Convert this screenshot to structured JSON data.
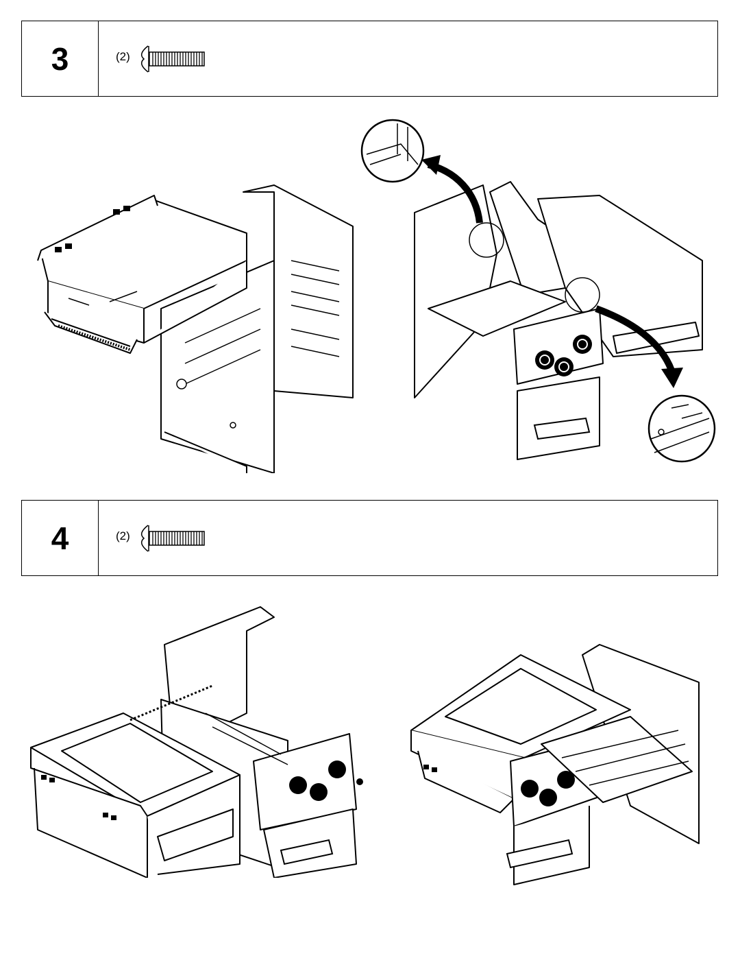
{
  "steps": [
    {
      "number": "3",
      "parts": [
        {
          "quantity": "(2)",
          "icon": "bolt-icon"
        }
      ]
    },
    {
      "number": "4",
      "parts": [
        {
          "quantity": "(2)",
          "icon": "bolt-icon"
        }
      ]
    }
  ],
  "figures": {
    "step3": [
      "side-shelf-assembly",
      "grill-head-with-detail-callouts"
    ],
    "step4": [
      "attached-side-burner-view",
      "completed-assembly-view"
    ]
  }
}
